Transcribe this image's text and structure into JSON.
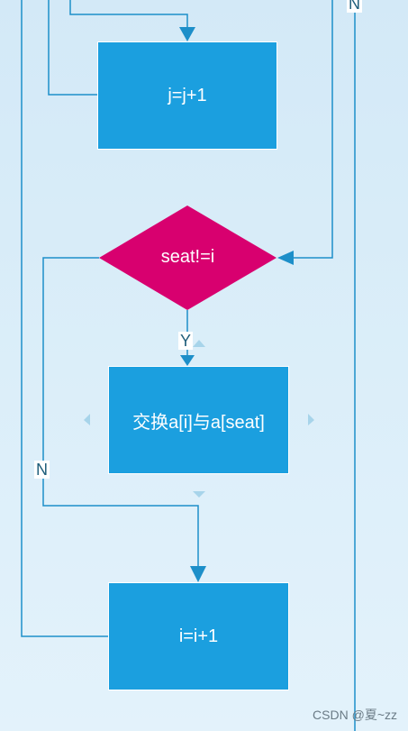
{
  "nodes": {
    "j_increment": "j=j+1",
    "decision": "seat!=i",
    "swap": "交换a[i]与a[seat]",
    "i_increment": "i=i+1"
  },
  "edge_labels": {
    "top_right_no": "N",
    "yes": "Y",
    "left_no": "N"
  },
  "watermark": "CSDN @夏~zz",
  "colors": {
    "process_fill": "#1b9fdf",
    "decision_fill": "#d8006f",
    "connector": "#1d8fc9"
  }
}
